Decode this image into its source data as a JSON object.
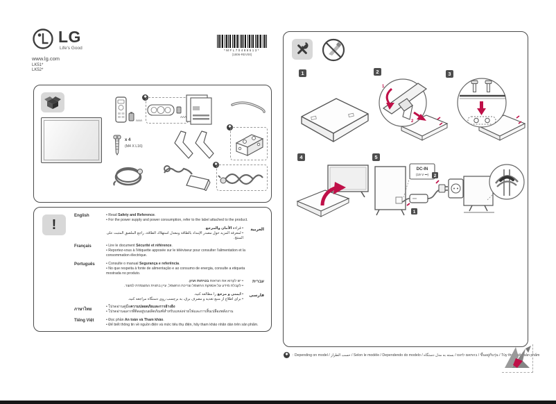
{
  "brand": {
    "logo": "LG",
    "tagline": "Life's Good",
    "website": "www.lg.com",
    "model_1": "LK51*",
    "model_2": "LK52*"
  },
  "barcode": {
    "code": "*MFL70488513*",
    "rev": "(1806-REV00)"
  },
  "contents": {
    "screw_qty": "x 4",
    "screw_spec": "(M4 X L16)",
    "battery": "AAA",
    "marker_glyph": "✱"
  },
  "safety": {
    "rows": [
      {
        "label": "English",
        "l1_pre": "Read ",
        "l1_bold": "Safety and Reference",
        "l1_post": ".",
        "l2": "For the power supply and power consumption, refer to the label attached to the product."
      },
      {
        "label": "العربية",
        "l1_pre": "قراءة ",
        "l1_bold": "الأمان والمرجع",
        "l1_post": ".",
        "l2": "لمعرفة المزيد حول مصدر الإمداد بالطاقة ومعدل استهلاك الطاقة، راجع الملصق المثبت على المنتج."
      },
      {
        "label": "Français",
        "l1_pre": "Lire le document ",
        "l1_bold": "Sécurité et référence",
        "l1_post": ".",
        "l2": "Reportez-vous à l'étiquette apposée sur le téléviseur pour consulter l'alimentation et la consommation électrique."
      },
      {
        "label": "Português",
        "l1_pre": "Consulte o manual ",
        "l1_bold": "Segurança e referência",
        "l1_post": ".",
        "l2": "No que respeita à fonte de alimentação e ao consumo de energia, consulte a etiqueta mostrada no produto."
      },
      {
        "label": "עברית",
        "l1_pre": "יש לקרוא את הוראות ",
        "l1_bold": "בטיחות ועיון",
        "l1_post": ".",
        "l2": "לקבלת מידע על אספקת החשמל וצריכת החשמל, עיין בתווית המוצמדת למוצר."
      },
      {
        "label": "فارسی",
        "l1_pre": "",
        "l1_bold": "ایمنی و مرجع",
        "l1_post": " را مطالعه کنید.",
        "l2": "برای اطلاع از منبع تغذیه و مصرف برق، به برچسب روی دستگاه مراجعه کنید."
      },
      {
        "label": "ภาษาไทย",
        "l1_pre": "โปรดอ่านคู่มือ",
        "l1_bold": "ความปลอดภัยและการอ้างอิง",
        "l1_post": "",
        "l2": "โปรดอ่านฉลากที่ติดอยู่บนผลิตภัณฑ์สำหรับแหล่งจ่ายไฟและการสิ้นเปลืองพลังงาน"
      },
      {
        "label": "Tiếng Việt",
        "l1_pre": "Đọc phần ",
        "l1_bold": "An toàn và Tham khảo",
        "l1_post": ".",
        "l2": "Để biết thông tin về nguồn điện và mức tiêu thụ điện, hãy tham khảo nhãn dán trên sản phẩm."
      }
    ]
  },
  "assembly": {
    "badge1": "1",
    "badge2": "2",
    "badge3": "3",
    "badge4": "4",
    "badge5": "5",
    "fig2_n1": "1",
    "fig2_n2": "2",
    "dc_in": "DC-IN",
    "dc_in_spec": "(19 V ⎓)",
    "sub1": "1",
    "sub2": "2"
  },
  "footnote": {
    "marker_glyph": "✱",
    "text": ": Depending on model / حسب الطراز / Selon le modèle / Dependendo do modelo / בהתאם לדגם / بسته به مدل دستگاه / ขึ้นอยู่กับรุ่น / Tùy theo kiểu sản phẩm"
  },
  "colors": {
    "accent": "#bf1048",
    "ink": "#4a4a4a"
  }
}
